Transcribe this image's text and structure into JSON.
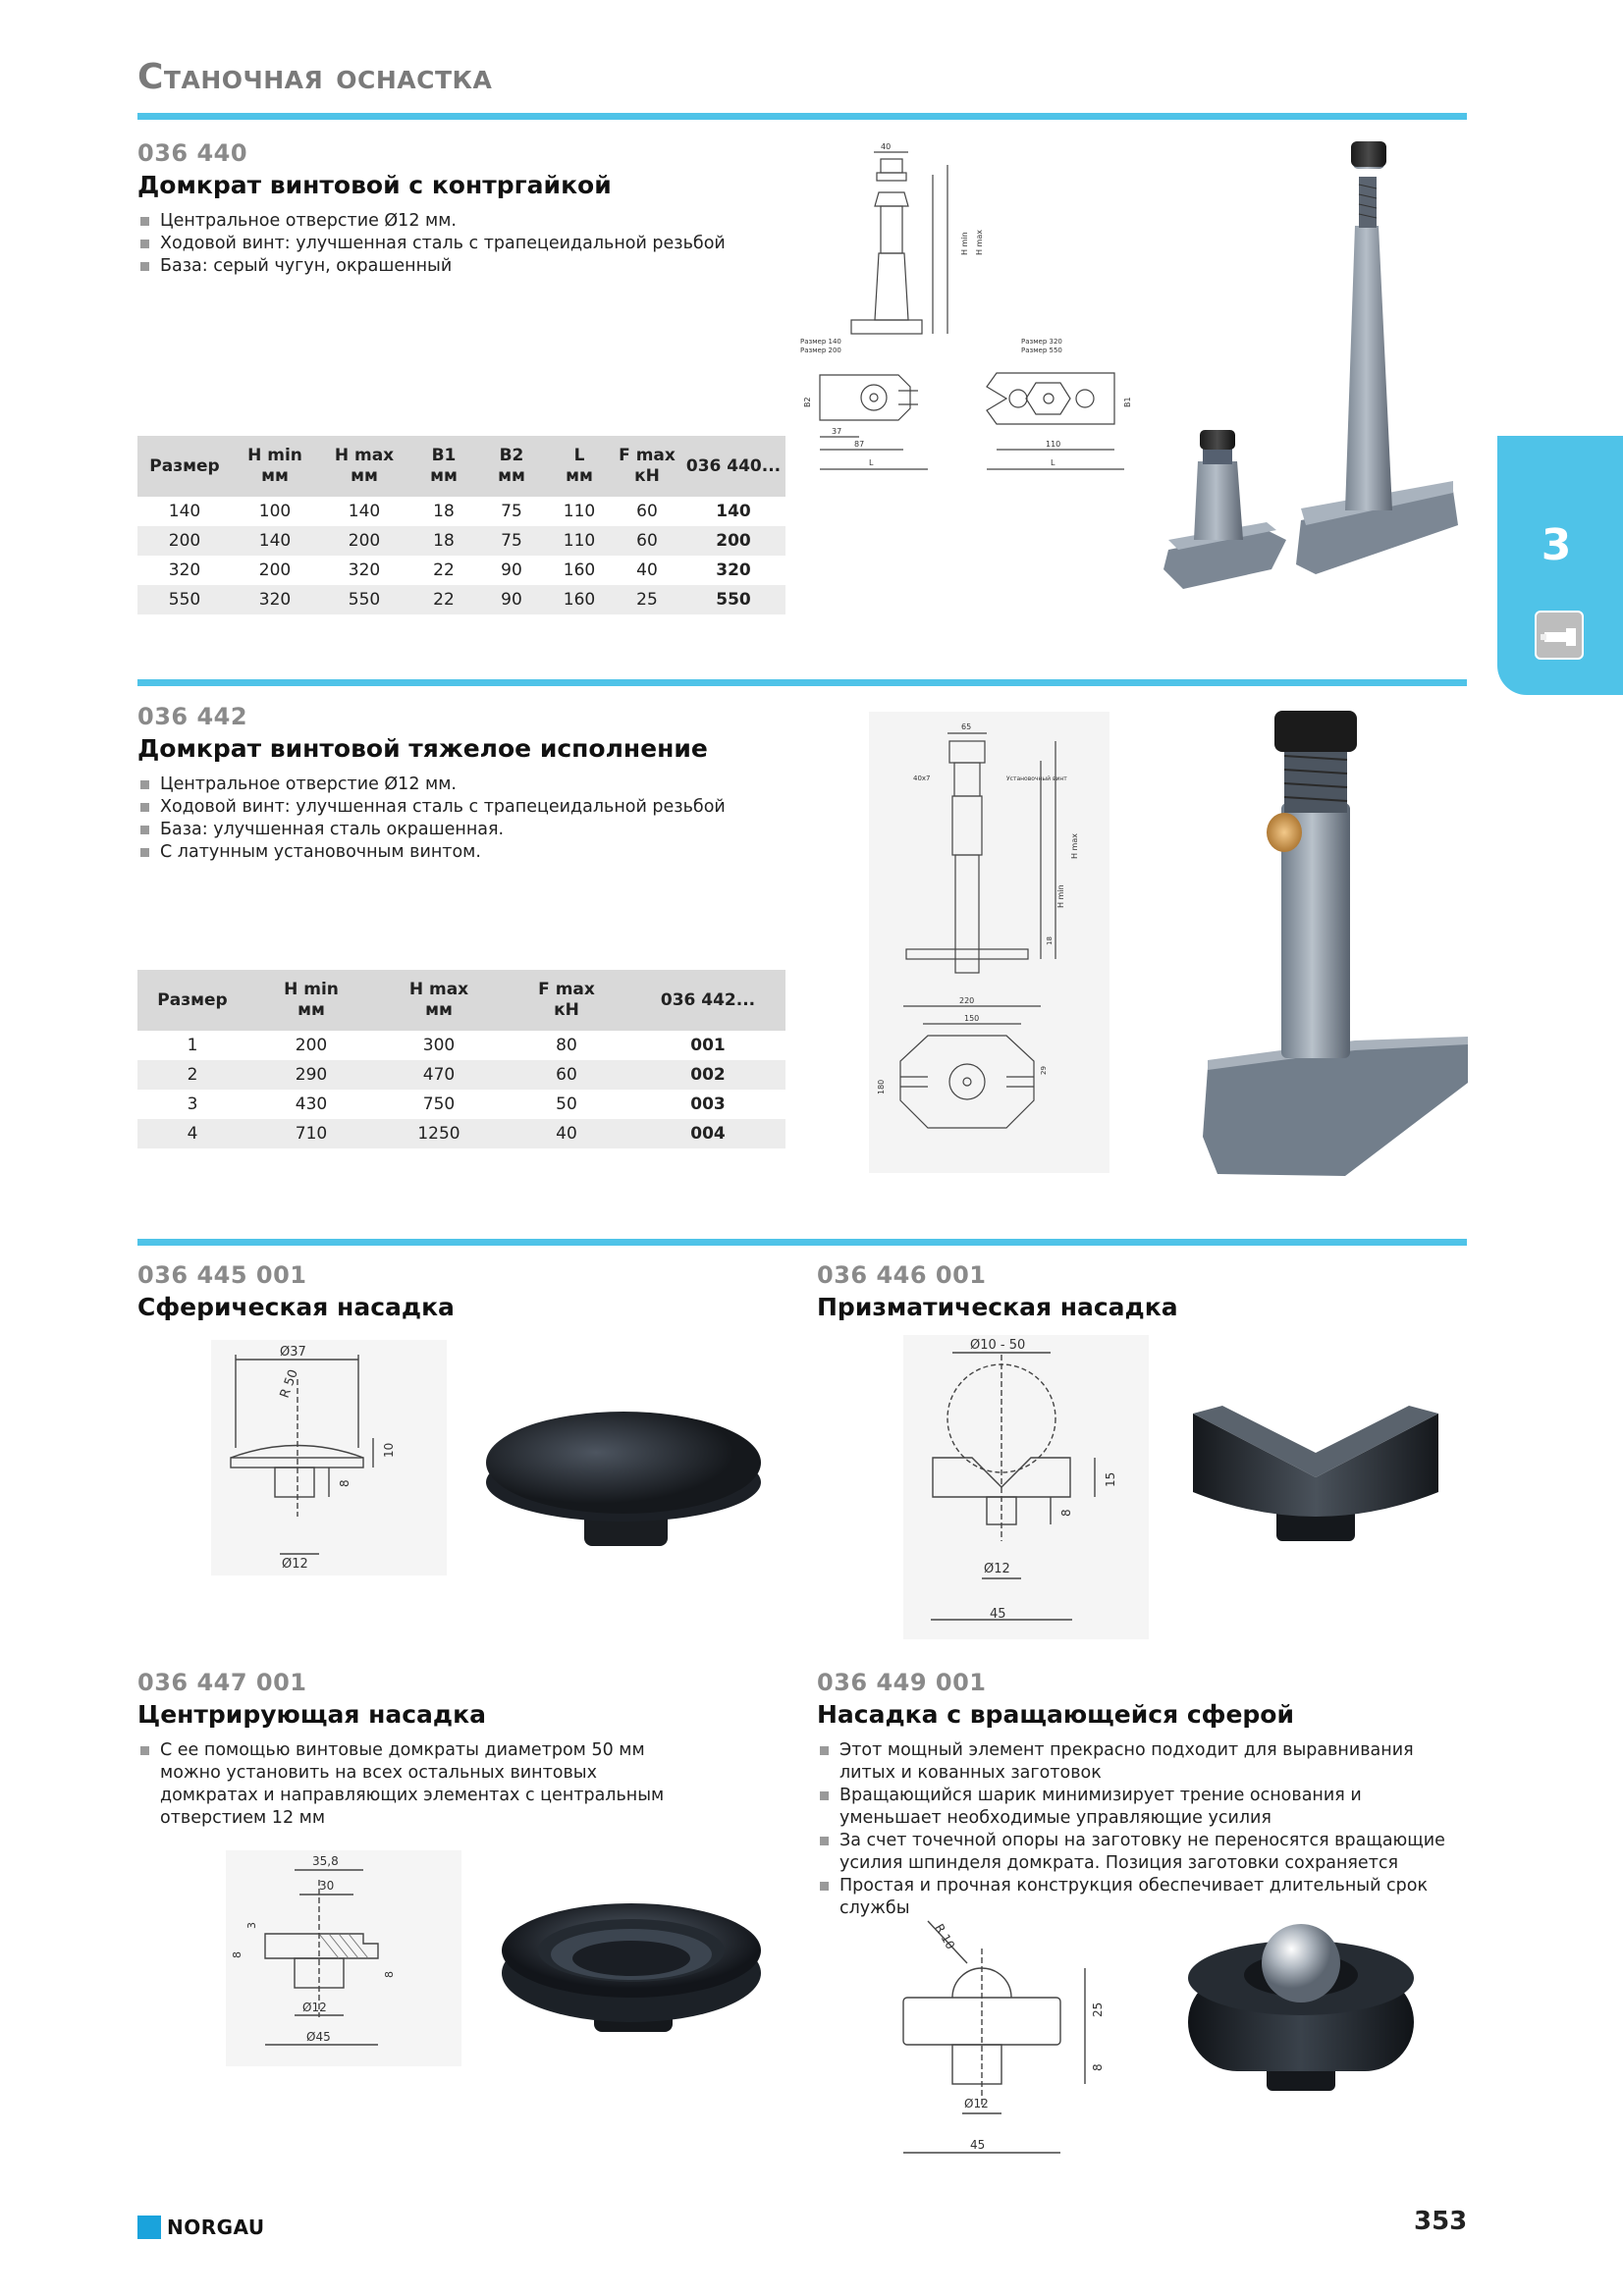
{
  "page": {
    "title": "Станочная оснастка",
    "side_tab_number": "3",
    "brand": "NORGAU",
    "page_number": "353"
  },
  "p1": {
    "code": "036 440",
    "title": "Домкрат винтовой с контргайкой",
    "bullets": [
      "Центральное отверстие Ø12 мм.",
      "Ходовой винт: улучшенная сталь с трапецеидальной резьбой",
      "База: серый чугун, окрашенный"
    ],
    "headers": [
      [
        "Размер",
        ""
      ],
      [
        "H min",
        "мм"
      ],
      [
        "H max",
        "мм"
      ],
      [
        "B1",
        "мм"
      ],
      [
        "B2",
        "мм"
      ],
      [
        "L",
        "мм"
      ],
      [
        "F max",
        "кН"
      ],
      [
        "036 440...",
        ""
      ]
    ],
    "rows": [
      [
        "140",
        "100",
        "140",
        "18",
        "75",
        "110",
        "60",
        "140"
      ],
      [
        "200",
        "140",
        "200",
        "18",
        "75",
        "110",
        "60",
        "200"
      ],
      [
        "320",
        "200",
        "320",
        "22",
        "90",
        "160",
        "40",
        "320"
      ],
      [
        "550",
        "320",
        "550",
        "22",
        "90",
        "160",
        "25",
        "550"
      ]
    ],
    "drawing_labels": [
      "40",
      "H min",
      "H max",
      "Размер 140",
      "Размер 200",
      "Размер 320",
      "Размер 550",
      "B2",
      "B1",
      "37",
      "87",
      "110",
      "L"
    ]
  },
  "p2": {
    "code": "036 442",
    "title": "Домкрат винтовой тяжелое исполнение",
    "bullets": [
      "Центральное отверстие Ø12 мм.",
      "Ходовой винт: улучшенная сталь с трапецеидальной резьбой",
      "База: улучшенная сталь окрашенная.",
      "С латунным установочным винтом."
    ],
    "headers": [
      [
        "Размер",
        ""
      ],
      [
        "H min",
        "мм"
      ],
      [
        "H max",
        "мм"
      ],
      [
        "F max",
        "кН"
      ],
      [
        "036 442...",
        ""
      ]
    ],
    "rows": [
      [
        "1",
        "200",
        "300",
        "80",
        "001"
      ],
      [
        "2",
        "290",
        "470",
        "60",
        "002"
      ],
      [
        "3",
        "430",
        "750",
        "50",
        "003"
      ],
      [
        "4",
        "710",
        "1250",
        "40",
        "004"
      ]
    ],
    "drawing_labels": [
      "65",
      "40x7",
      "Установочный винт",
      "H max",
      "H min",
      "18",
      "220",
      "150",
      "180",
      "29"
    ]
  },
  "p3": {
    "code": "036 445 001",
    "title": "Сферическая насадка",
    "drawing_labels": [
      "Ø37",
      "R 50",
      "10",
      "8",
      "Ø12"
    ]
  },
  "p4": {
    "code": "036 446 001",
    "title": "Призматическая насадка",
    "drawing_labels": [
      "Ø10 - 50",
      "15",
      "8",
      "Ø12",
      "45"
    ]
  },
  "p5": {
    "code": "036 447 001",
    "title": "Центрирующая  насадка",
    "bullets": [
      "С ее помощью винтовые домкраты диаметром 50 мм можно установить на всех остальных винтовых домкратах и направляющих элементах с центральным отверстием 12 мм"
    ],
    "drawing_labels": [
      "35,8",
      "30",
      "3",
      "8",
      "8",
      "Ø12",
      "Ø45"
    ]
  },
  "p6": {
    "code": "036 449 001",
    "title": "Насадка с вращающейся сферой",
    "bullets": [
      "Этот мощный элемент прекрасно подходит для выравнивания литых и кованных заготовок",
      "Вращающийся шарик минимизирует трение основания и уменьшает необходимые управляющие усилия",
      "За счет точечной опоры на заготовку не переносятся вращающие усилия шпинделя домкрата. Позиция заготовки сохраняется",
      "Простая и прочная конструкция обеспечивает длительный срок службы"
    ],
    "drawing_labels": [
      "R 10",
      "25",
      "8",
      "Ø12",
      "45"
    ]
  }
}
